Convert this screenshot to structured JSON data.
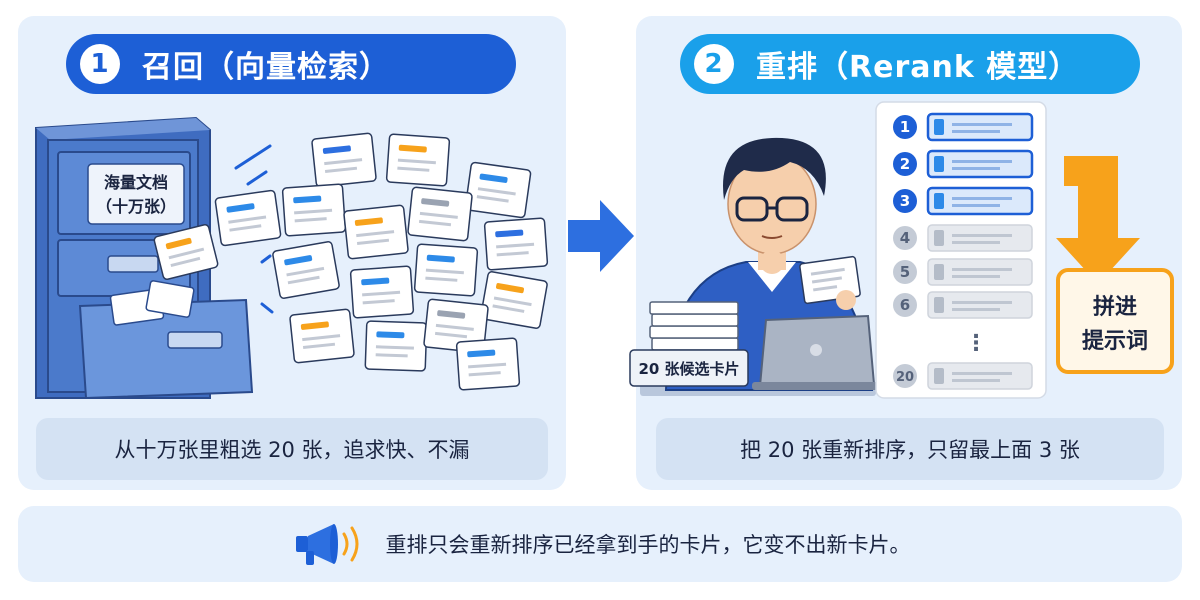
{
  "step1": {
    "number": "1",
    "title": "召回（向量检索）",
    "cabinet_label_line1": "海量文档",
    "cabinet_label_line2": "（十万张）",
    "caption": "从十万张里粗选 20 张，追求快、不漏"
  },
  "step2": {
    "number": "2",
    "title": "重排（Rerank 模型）",
    "stack_label": "20 张候选卡片",
    "ranks": [
      "1",
      "2",
      "3",
      "4",
      "5",
      "6",
      "⋮",
      "20"
    ],
    "output_label_line1": "拼进",
    "output_label_line2": "提示词",
    "caption": "把 20 张重新排序，只留最上面 3 张"
  },
  "note": {
    "icon": "megaphone-icon",
    "text": "重排只会重新排序已经拿到手的卡片，它变不出新卡片。"
  },
  "colors": {
    "primary_blue": "#1d5fd6",
    "sky_blue": "#1aa0ea",
    "orange": "#f7a21b",
    "panel_bg": "#e6f0fc",
    "caption_bg": "#d4e2f3"
  }
}
